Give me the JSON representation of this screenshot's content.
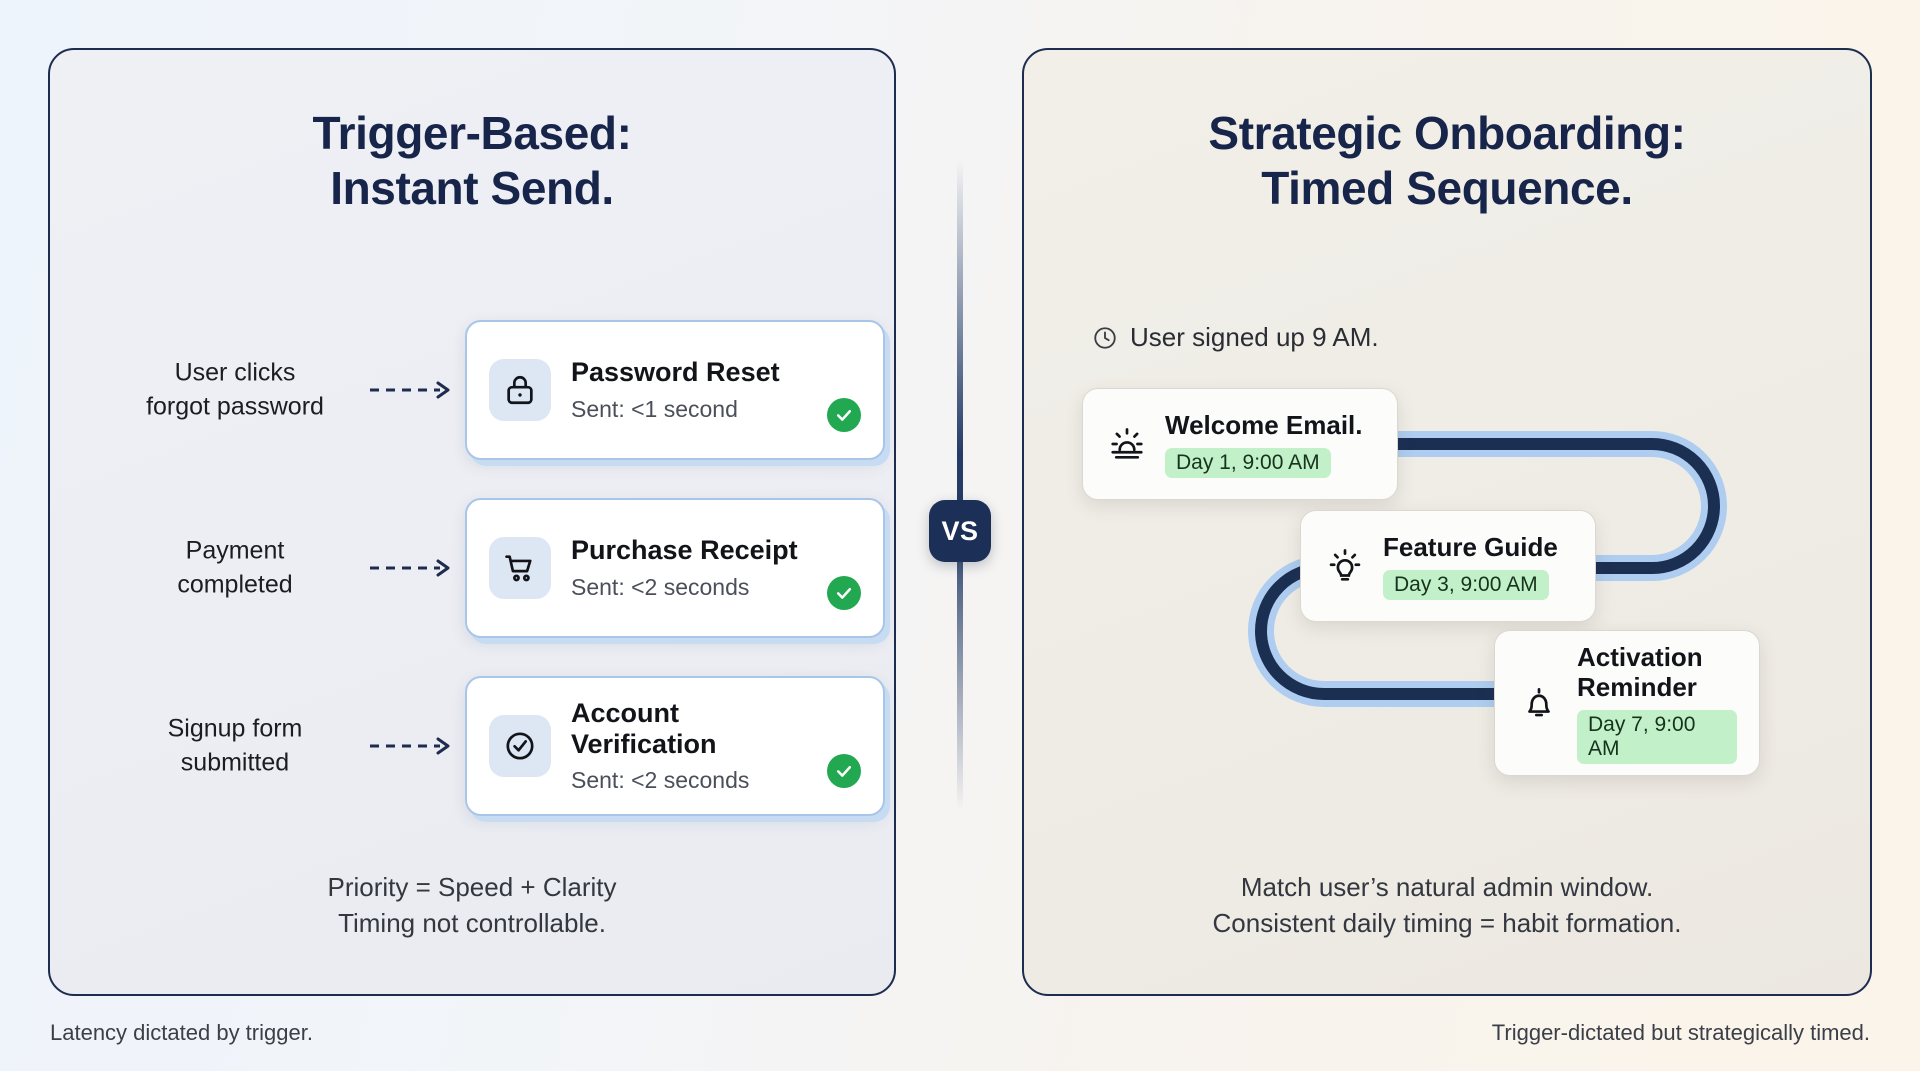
{
  "left": {
    "title_line1": "Trigger-Based:",
    "title_line2": "Instant Send.",
    "rows": [
      {
        "trigger_line1": "User clicks",
        "trigger_line2": "forgot password",
        "icon": "lock-icon",
        "title": "Password Reset",
        "subtitle": "Sent: <1 second",
        "status": "check-icon"
      },
      {
        "trigger_line1": "Payment",
        "trigger_line2": "completed",
        "icon": "shopping-cart-icon",
        "title": "Purchase Receipt",
        "subtitle": "Sent: <2 seconds",
        "status": "check-icon"
      },
      {
        "trigger_line1": "Signup form",
        "trigger_line2": "submitted",
        "icon": "check-circle-icon",
        "title": "Account Verification",
        "subtitle": "Sent: <2 seconds",
        "status": "check-icon"
      }
    ],
    "foot_line1": "Priority = Speed + Clarity",
    "foot_line2": "Timing not controllable.",
    "caption": "Latency dictated by trigger."
  },
  "divider": {
    "label": "VS"
  },
  "right": {
    "title_line1": "Strategic Onboarding:",
    "title_line2": "Timed Sequence.",
    "signup_note": "User signed up 9 AM.",
    "signup_note_icon": "clock-icon",
    "steps": [
      {
        "icon": "sunrise-icon",
        "title": "Welcome Email.",
        "badge": "Day 1, 9:00 AM"
      },
      {
        "icon": "lightbulb-icon",
        "title": "Feature Guide",
        "badge": "Day 3, 9:00 AM"
      },
      {
        "icon": "bell-icon",
        "title": "Activation Reminder",
        "badge": "Day 7, 9:00 AM"
      }
    ],
    "foot_line1": "Match user’s natural admin window.",
    "foot_line2": "Consistent daily timing = habit formation.",
    "caption": "Trigger-dictated but strategically timed."
  },
  "colors": {
    "navy": "#18254a",
    "card_border_blue": "#a8c6e8",
    "icon_tile": "#dde6f3",
    "green_check": "#22a851",
    "badge_green": "#c2f0c8",
    "path_dark": "#1b2f53",
    "path_glow": "#aecdf0"
  }
}
